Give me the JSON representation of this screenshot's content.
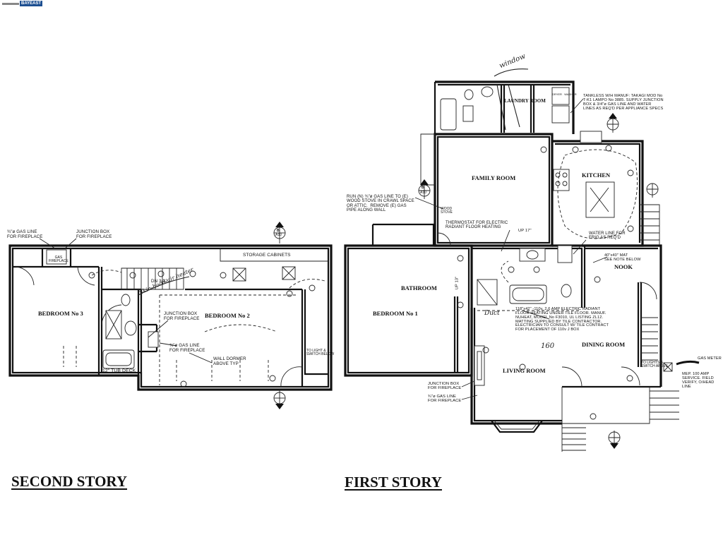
{
  "watermark": {
    "text": "BAYEAST"
  },
  "second_story": {
    "title": "SECOND STORY",
    "rooms": {
      "bedroom3": "BEDROOM No 3",
      "bedroom2": "BEDROOM No 2",
      "storage": "STORAGE CABINETS"
    },
    "notes": {
      "gas_line_fp": "¾\"ø GAS LINE\nFOR FIREPLACE",
      "junction_box": "JUNCTION BOX\nFOR FIREPLACE",
      "junction_box2": "JUNCTION BOX\nFOR FIREPLACE",
      "gas_line2": "¾\"ø GAS LINE\nFOR FIREPLACE",
      "wall_dormer": "WALL DORMER\nABOVE TYP",
      "tub_deck": "12\" TUB DECK",
      "dn": "DN 3/12",
      "to_lights": "TO LIGHT &\nSWITCH BELOW",
      "gas_fireplace": "GAS\nFIREPLACE"
    },
    "section_marks": [
      "B",
      "A10"
    ],
    "handwriting": "Skin-hood air heater"
  },
  "first_story": {
    "title": "FIRST STORY",
    "rooms": {
      "laundry": "LAUNDRY ROOM",
      "family": "FAMILY ROOM",
      "kitchen": "KITCHEN",
      "bathroom": "BATHROOM",
      "bedroom1": "BEDROOM No 1",
      "nook": "NOOK",
      "dining": "DINING ROOM",
      "living": "LIVING ROOM"
    },
    "notes": {
      "tankless": "TANKLESS W/H MANUF: TAKAGI MOD No\nT-K1 LAMPO No 3885. SUPPLY JUNCTION\nBOX & 3/4\"ø GAS LINE AND WATER\nLINES AS REQ'D PER APPLIANCE SPECS",
      "gas_run": "RUN (N) ¾\"ø GAS LINE TO (E)\nWOOD STOVE IN CRAWL SPACE\nOR ATTIC.  REMOVE (E) GAS\nPIPE ALONG WALL",
      "thermostat": "THERMOSTAT FOR ELECTRIC\nRADIANT FLOOR HEATING",
      "water_line": "WATER LINE FOR\nFRIG AS REQ'D",
      "mat": "40\"x40\" MAT\nSEE NOTE BELOW",
      "radiant": "118\"x42\" -110v, 2.6 AMP ELECTRIC RADIANT\nFLOOR HEATING UNDER TILE FLOOR. MANUF.\nNUHEAT, MODEL No F3010, UL LISTING ZL12.\nMATTING SUPPLIED BY TILE CONTRACTOR.\nELECTRICIAN TO CONSULT W/ TILE CONTRACT\nFOR PLACEMENT OF 110v J BOX",
      "gas_meter": "GAS METER",
      "mep": "MEP. 100 AMP\nSERVICE. FIELD\nVERIFY, O/HEAD\nLINE",
      "junction_box": "JUNCTION BOX\nFOR FIREPLACE",
      "gas_line": "¾\"ø GAS LINE\nFOR FIREPLACE",
      "to_lights": "TO LIGHTS &\nSWITCH ABOVE",
      "up17": "UP 17\"",
      "up13": "UP 13\"",
      "wood_stove": "WOOD\nSTOVE",
      "wash_dryer": "DRYER   WASHER"
    },
    "handwriting": {
      "window": "window",
      "duct": "Duct",
      "num": "160"
    },
    "section_marks": [
      "B",
      "A10"
    ]
  }
}
